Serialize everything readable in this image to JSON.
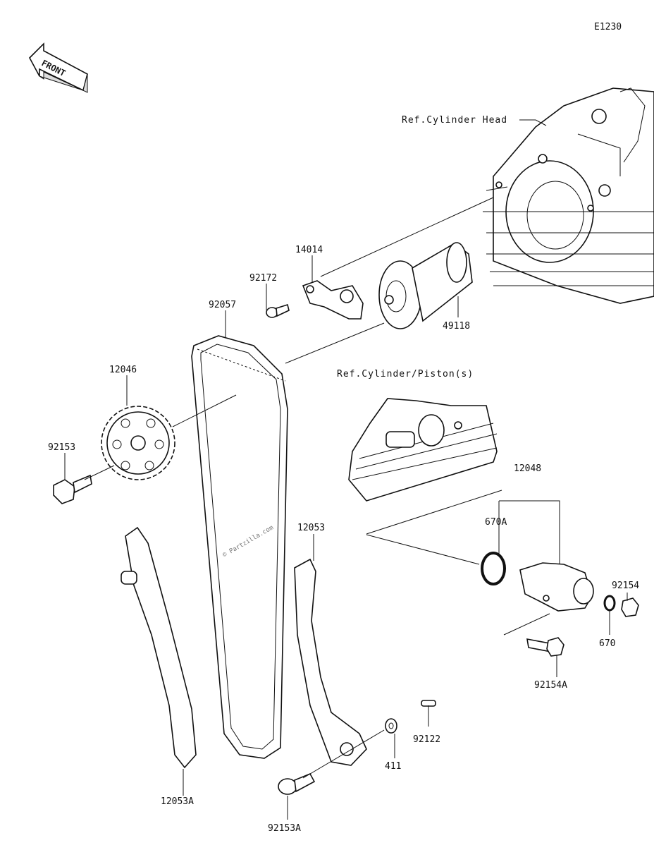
{
  "diagram": {
    "code": "E1230",
    "front_label": "FRONT",
    "watermark": "© Partzilla.com",
    "references": {
      "cylinder_head": "Ref.Cylinder Head",
      "cylinder_piston": "Ref.Cylinder/Piston(s)"
    },
    "parts": [
      {
        "number": "14014"
      },
      {
        "number": "92172"
      },
      {
        "number": "92057"
      },
      {
        "number": "49118"
      },
      {
        "number": "12046"
      },
      {
        "number": "92153"
      },
      {
        "number": "12048"
      },
      {
        "number": "670A"
      },
      {
        "number": "92154"
      },
      {
        "number": "670"
      },
      {
        "number": "92154A"
      },
      {
        "number": "12053"
      },
      {
        "number": "92122"
      },
      {
        "number": "411"
      },
      {
        "number": "12053A"
      },
      {
        "number": "92153A"
      }
    ]
  }
}
